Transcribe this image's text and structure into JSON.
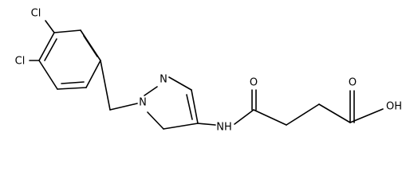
{
  "molecule": {
    "atoms": {
      "cl_upper": "Cl",
      "cl_lower": "Cl",
      "ring_n_upper": "N",
      "ring_n_lower": "N",
      "amide_nh": "NH",
      "amide_o": "O",
      "acid_o": "O",
      "acid_oh": "OH"
    }
  }
}
